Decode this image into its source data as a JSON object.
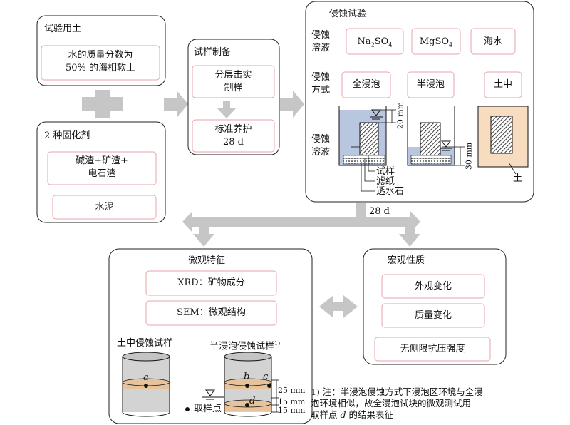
{
  "soil_box": {
    "title": "试验用土",
    "item_line1": "水的质量分数为",
    "item_line2": "50% 的海相软土"
  },
  "agent_box": {
    "title": "2 种固化剂",
    "item1_line1": "碱渣+矿渣+",
    "item1_line2": "电石渣",
    "item2": "水泥"
  },
  "prep_box": {
    "title": "试样制备",
    "step1_line1": "分层击实",
    "step1_line2": "制样",
    "step2_line1": "标准养护",
    "step2_line2": "28 d"
  },
  "erosion_box": {
    "title": "侵蚀试验",
    "solution_label_1": "侵蚀",
    "solution_label_2": "溶液",
    "solutions": [
      {
        "base": "Na",
        "sub1": "2",
        "mid": "SO",
        "sub2": "4"
      },
      {
        "base": "MgSO",
        "sub1": "4",
        "mid": "",
        "sub2": ""
      },
      {
        "base": "海水",
        "sub1": "",
        "mid": "",
        "sub2": ""
      }
    ],
    "method_label_1": "侵蚀",
    "method_label_2": "方式",
    "methods": [
      "全浸泡",
      "半浸泡",
      "土中"
    ],
    "dim_20": "20 mm",
    "dim_30": "30 mm",
    "liquid_label_1": "侵蚀",
    "liquid_label_2": "溶液",
    "specimen_label": "试样",
    "filter_label": "滤纸",
    "stone_label": "透水石",
    "soil_label": "土",
    "duration": "28 d"
  },
  "micro_box": {
    "title": "微观特征",
    "xrd": "XRD：矿物成分",
    "sem": "SEM：微观结构",
    "sample_soil_title": "土中侵蚀试样",
    "sample_half_title": "半浸泡侵蚀试样",
    "sample_half_sup": "1)",
    "point_a": "a",
    "point_b": "b",
    "point_c": "c",
    "point_d": "d",
    "dim_25": "25 mm",
    "dim_15a": "15 mm",
    "dim_15b": "15 mm",
    "legend_point": "取样点"
  },
  "macro_box": {
    "title": "宏观性质",
    "items": [
      "外观变化",
      "质量变化",
      "无侧限抗压强度"
    ]
  },
  "footnote": {
    "line1": "1) 注：半浸泡侵蚀方式下浸泡区环境与全浸",
    "line2": "泡环境相似，故全浸泡试块的微观测试用",
    "line3_pre": "取样点 ",
    "line3_italic": "d",
    "line3_post": " 的结果表征"
  },
  "colors": {
    "box_border": "#222222",
    "item_border": "#e8a3a8",
    "arrow": "#c6c6c6",
    "water": "#b9c6e0",
    "soil": "#f8dcc0",
    "specimen_band": "#e6c39a",
    "cylinder": "#d3d3d3"
  }
}
